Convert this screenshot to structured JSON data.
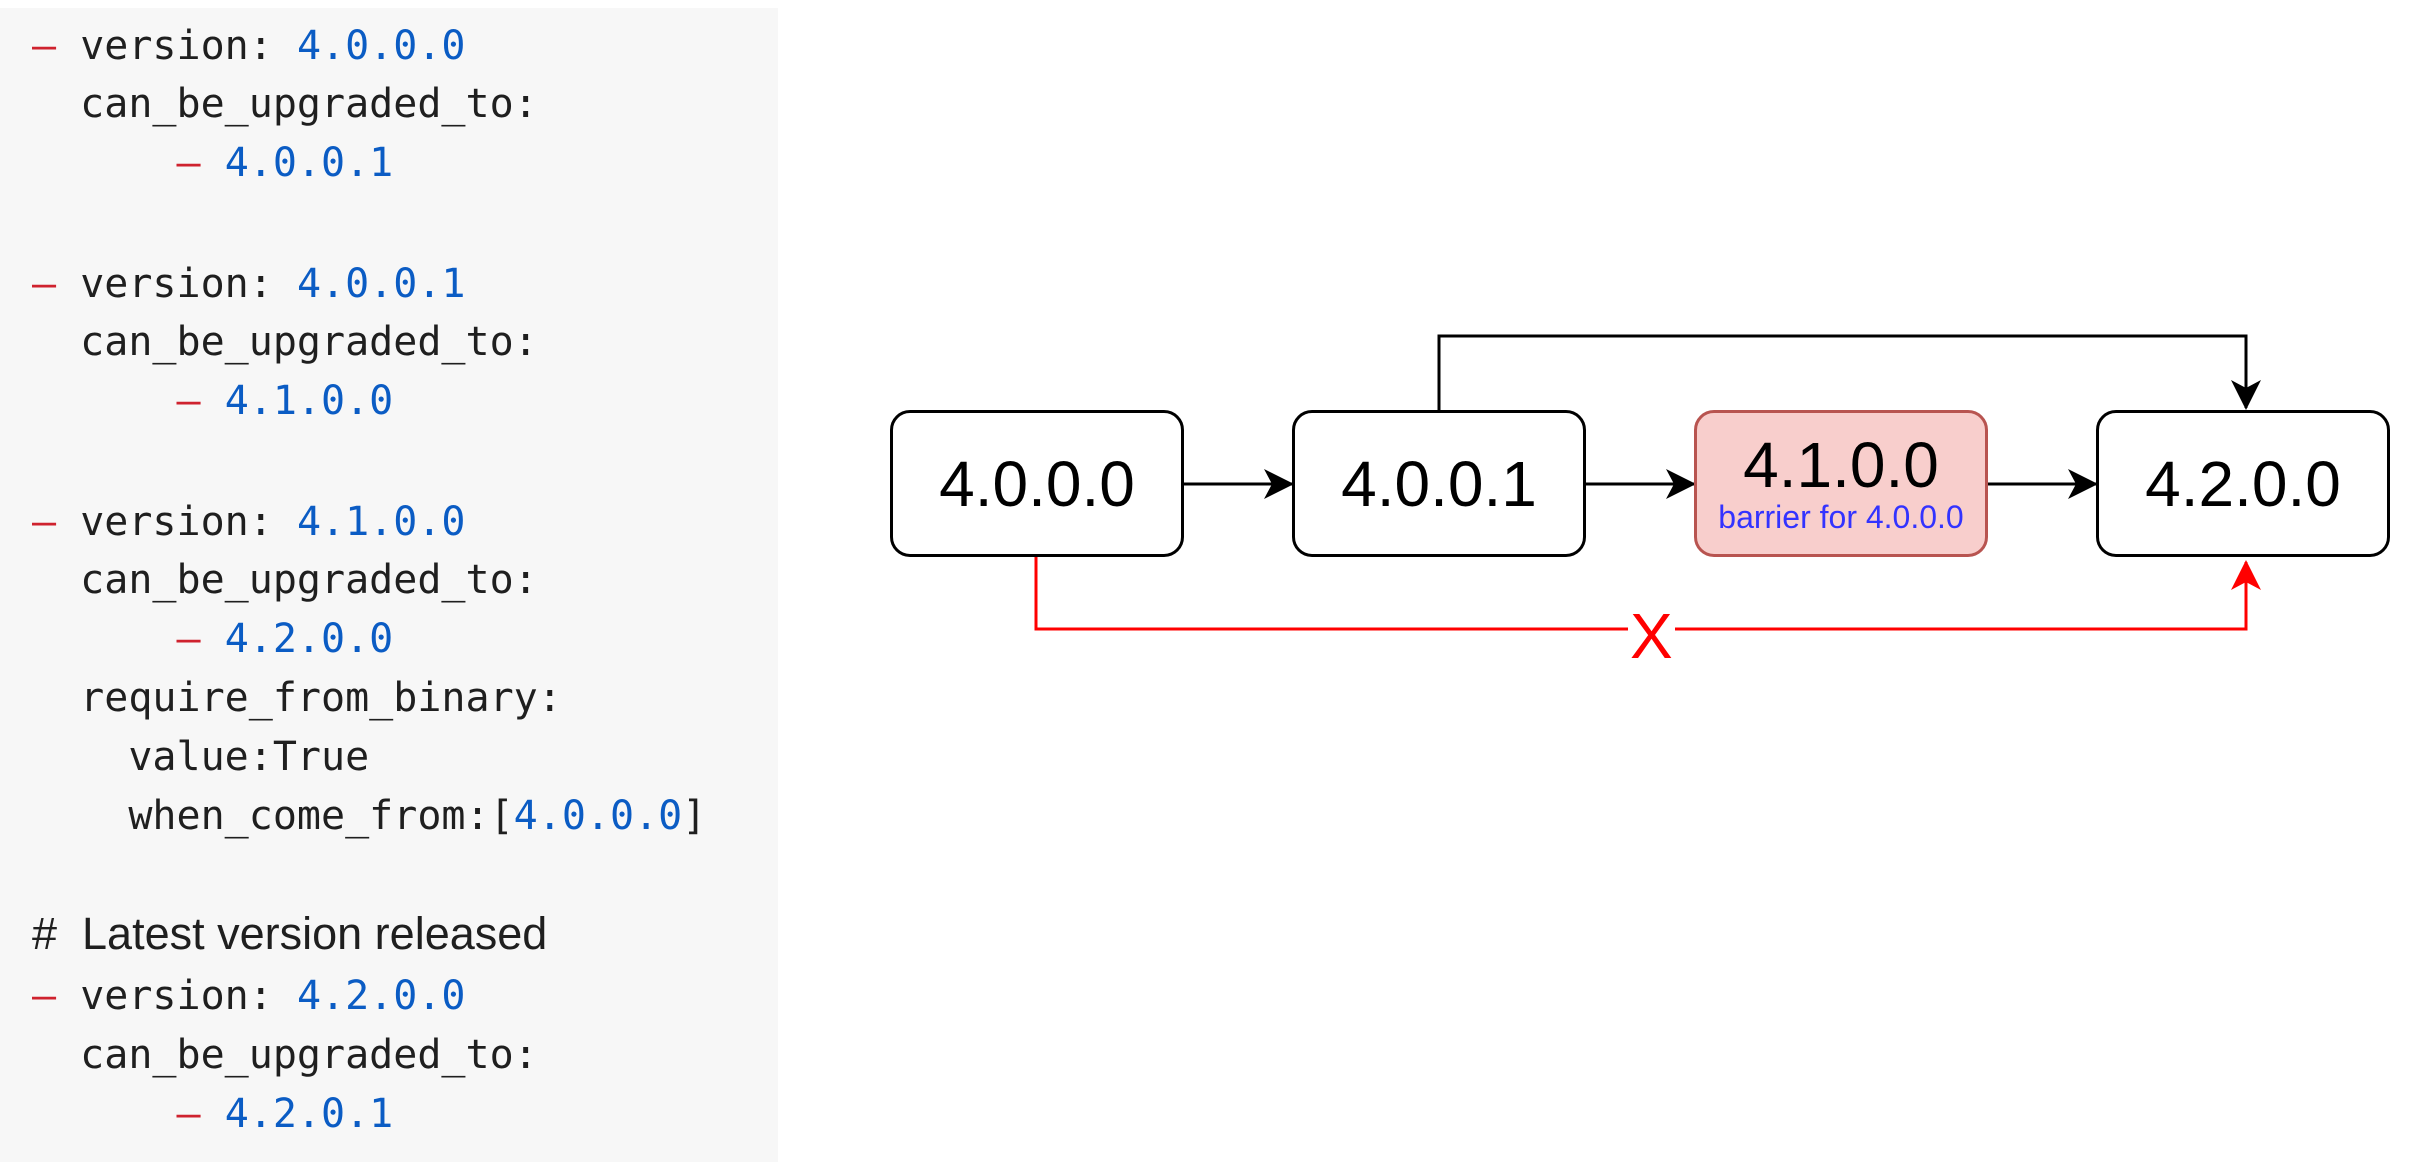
{
  "code": {
    "entries": [
      {
        "version_key": "version:",
        "version": "4.0.0.0",
        "upgrade_key": "can_be_upgraded_to:",
        "upgrade_to": "4.0.0.1"
      },
      {
        "version_key": "version:",
        "version": "4.0.0.1",
        "upgrade_key": "can_be_upgraded_to:",
        "upgrade_to": "4.1.0.0"
      },
      {
        "version_key": "version:",
        "version": "4.1.0.0",
        "upgrade_key": "can_be_upgraded_to:",
        "upgrade_to": "4.2.0.0",
        "require_key": "require_from_binary:",
        "value_key": "value:",
        "value": "True",
        "when_key": "when_come_from:",
        "when_open": "[",
        "when_value": "4.0.0.0",
        "when_close": "]"
      },
      {
        "comment": "#  Latest version released",
        "version_key": "version:",
        "version": "4.2.0.0",
        "upgrade_key": "can_be_upgraded_to:",
        "upgrade_to": "4.2.0.1"
      }
    ],
    "dash": "–"
  },
  "diagram": {
    "nodes": [
      {
        "id": "n4000",
        "label": "4.0.0.0"
      },
      {
        "id": "n4001",
        "label": "4.0.0.1"
      },
      {
        "id": "n4100",
        "label": "4.1.0.0",
        "sublabel": "barrier for 4.0.0.0"
      },
      {
        "id": "n4200",
        "label": "4.2.0.0"
      }
    ],
    "blocked_marker": "X",
    "colors": {
      "edge": "#000000",
      "blocked_edge": "#ff0000",
      "barrier_fill": "#f8cecc",
      "barrier_border": "#b85450",
      "barrier_text": "#3333ff",
      "code_dash": "#cf222e",
      "code_value": "#0b5cc4"
    }
  }
}
